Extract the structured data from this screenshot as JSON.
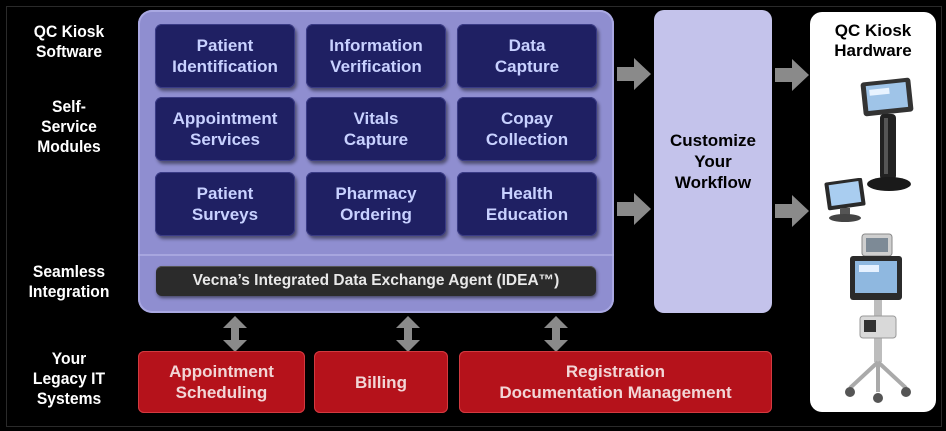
{
  "side_labels": {
    "software": [
      "QC Kiosk",
      "Software"
    ],
    "modules": [
      "Self-",
      "Service",
      "Modules"
    ],
    "integration": [
      "Seamless",
      "Integration"
    ],
    "legacy": [
      "Your",
      "Legacy IT",
      "Systems"
    ]
  },
  "modules": [
    [
      "Patient",
      "Identification"
    ],
    [
      "Information",
      "Verification"
    ],
    [
      "Data",
      "Capture"
    ],
    [
      "Appointment",
      "Services"
    ],
    [
      "Vitals",
      "Capture"
    ],
    [
      "Copay",
      "Collection"
    ],
    [
      "Patient",
      "Surveys"
    ],
    [
      "Pharmacy",
      "Ordering"
    ],
    [
      "Health",
      "Education"
    ]
  ],
  "integration_bar": "Vecna’s Integrated Data Exchange Agent (IDEA™)",
  "workflow": [
    "Customize",
    "Your",
    "Workflow"
  ],
  "hardware": {
    "title": [
      "QC Kiosk",
      "Hardware"
    ],
    "devices": [
      "standing-kiosk",
      "tablet-kiosk",
      "cart-kiosk"
    ]
  },
  "legacy_systems": [
    [
      "Appointment",
      "Scheduling"
    ],
    [
      "Billing"
    ],
    [
      "Registration",
      "Documentation Management"
    ]
  ],
  "colors": {
    "panel": "#8f8ed0",
    "module": "#1f2063",
    "module_text": "#c8d1ff",
    "workflow": "#c4c3eb",
    "legacy": "#b5121b",
    "arrow": "#8a8a8a"
  }
}
